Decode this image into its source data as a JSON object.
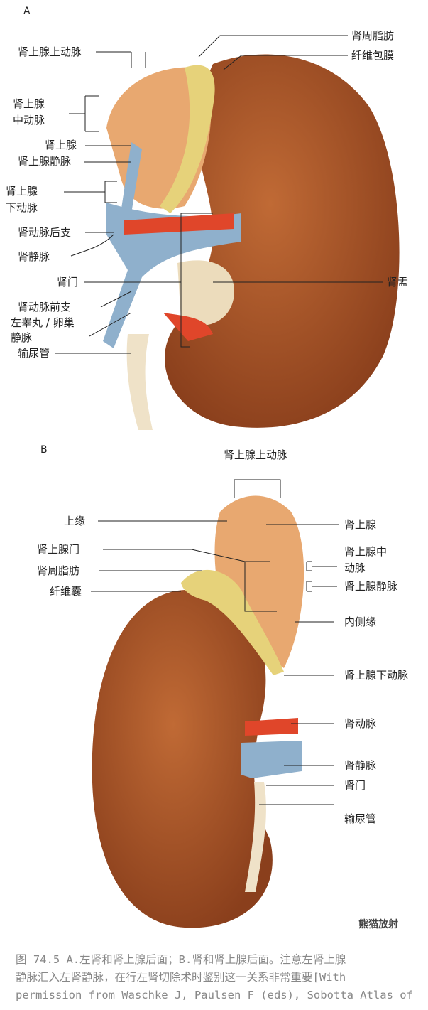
{
  "panel_a": {
    "letter": "A",
    "labels": {
      "sup_adrenal_artery": "肾上腺上动脉",
      "mid_adrenal_artery_1": "肾上腺",
      "mid_adrenal_artery_2": "中动脉",
      "adrenal_gland": "肾上腺",
      "adrenal_vein": "肾上腺静脉",
      "inf_adrenal_artery_1": "肾上腺",
      "inf_adrenal_artery_2": "下动脉",
      "renal_artery_posterior": "肾动脉后支",
      "renal_vein": "肾静脉",
      "hilum": "肾门",
      "renal_artery_anterior": "肾动脉前支",
      "gonadal_vein_1": "左睾丸 / 卵巢",
      "gonadal_vein_2": "静脉",
      "ureter": "输尿管",
      "perirenal_fat": "肾周脂肪",
      "fibrous_capsule": "纤维包膜",
      "renal_pelvis": "肾盂"
    }
  },
  "panel_b": {
    "letter": "B",
    "labels": {
      "sup_adrenal_artery": "肾上腺上动脉",
      "superior_border": "上缘",
      "adrenal_hilum": "肾上腺门",
      "perirenal_fat": "肾周脂肪",
      "fibrous_capsule": "纤维囊",
      "adrenal_gland": "肾上腺",
      "mid_adrenal_artery_1": "肾上腺中",
      "mid_adrenal_artery_2": "动脉",
      "adrenal_vein": "肾上腺静脉",
      "medial_border": "内侧缘",
      "inf_adrenal_artery": "肾上腺下动脉",
      "renal_artery": "肾动脉",
      "renal_vein": "肾静脉",
      "hilum": "肾门",
      "ureter": "输尿管"
    }
  },
  "caption": {
    "line1": "图 74.5  A.左肾和肾上腺后面；B.肾和肾上腺后面。注意左肾上腺",
    "line2": "静脉汇入左肾静脉，在行左肾切除术时鉴别这一关系非常重要[With",
    "line3": "permission from Waschke J, Paulsen F (eds), Sobotta Atlas of"
  },
  "watermark": "熊猫放射",
  "colors": {
    "kidney": "#a8562a",
    "adrenal": "#e8a870",
    "fat": "#e6d27a",
    "artery": "#e0462a",
    "vein": "#8fb0cc",
    "ureter": "#efe2c8"
  }
}
